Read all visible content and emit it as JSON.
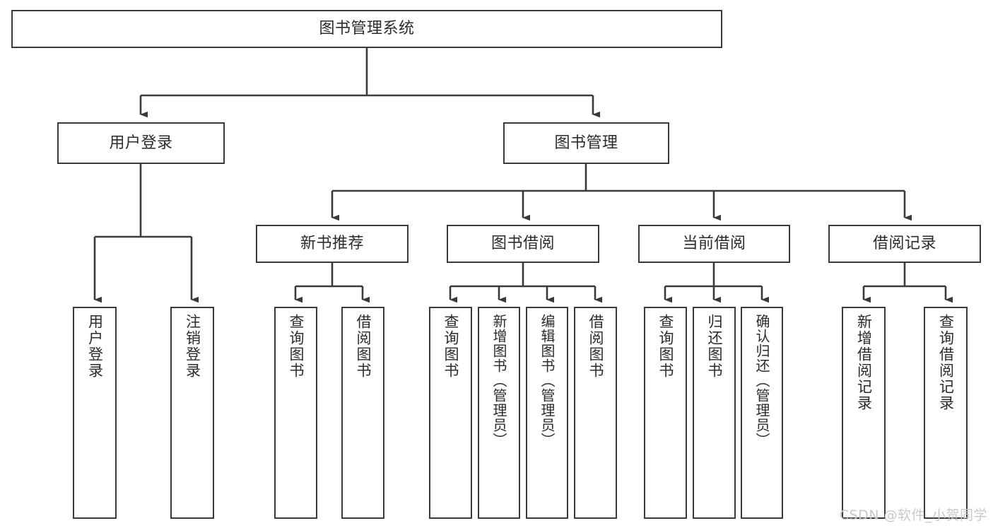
{
  "diagram": {
    "type": "tree-hierarchy",
    "title": "图书管理系统",
    "orientation": "top-down",
    "line_color": "#3a3a3a",
    "box_fill": "#ffffff",
    "text_color": "#2b2b2b",
    "watermark": "CSDN @软件_小贺同学",
    "nodes": {
      "root": {
        "label": "图书管理系统",
        "level": 1
      },
      "l2": [
        {
          "id": "user-login",
          "label": "用户登录",
          "level": 2
        },
        {
          "id": "book-manage",
          "label": "图书管理",
          "level": 2
        }
      ],
      "l3": [
        {
          "id": "new-book-rec",
          "label": "新书推荐",
          "level": 3,
          "parent": "book-manage"
        },
        {
          "id": "book-borrow",
          "label": "图书借阅",
          "level": 3,
          "parent": "book-manage"
        },
        {
          "id": "current-borrow",
          "label": "当前借阅",
          "level": 3,
          "parent": "book-manage"
        },
        {
          "id": "borrow-record",
          "label": "借阅记录",
          "level": 3,
          "parent": "book-manage"
        }
      ],
      "leaves": [
        {
          "id": "leaf-user-login",
          "label": "用户登录",
          "parent": "user-login"
        },
        {
          "id": "leaf-user-logout",
          "label": "注销登录",
          "parent": "user-login"
        },
        {
          "id": "leaf-query-book-1",
          "label": "查询图书",
          "parent": "new-book-rec"
        },
        {
          "id": "leaf-borrow-book-1",
          "label": "借阅图书",
          "parent": "new-book-rec"
        },
        {
          "id": "leaf-query-book-2",
          "label": "查询图书",
          "parent": "book-borrow"
        },
        {
          "id": "leaf-add-book",
          "label": "新增图书（管理员）",
          "parent": "book-borrow"
        },
        {
          "id": "leaf-edit-book",
          "label": "编辑图书（管理员）",
          "parent": "book-borrow"
        },
        {
          "id": "leaf-borrow-book-2",
          "label": "借阅图书",
          "parent": "book-borrow"
        },
        {
          "id": "leaf-query-book-3",
          "label": "查询图书",
          "parent": "current-borrow"
        },
        {
          "id": "leaf-return-book",
          "label": "归还图书",
          "parent": "current-borrow"
        },
        {
          "id": "leaf-confirm-return",
          "label": "确认归还（管理员）",
          "parent": "current-borrow"
        },
        {
          "id": "leaf-add-record",
          "label": "新增借阅记录",
          "parent": "borrow-record"
        },
        {
          "id": "leaf-query-record",
          "label": "查询借阅记录",
          "parent": "borrow-record"
        }
      ]
    }
  }
}
